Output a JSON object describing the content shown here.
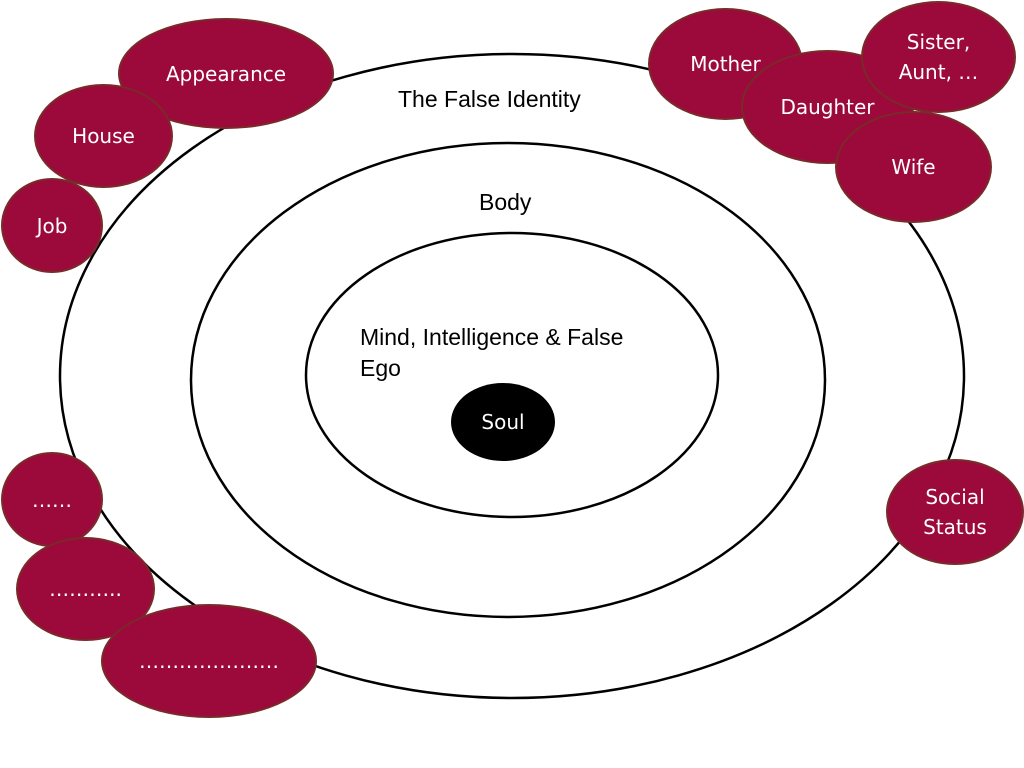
{
  "rings": {
    "outer_label": "The False Identity",
    "middle_label": "Body",
    "inner_label": "Mind, Intelligence & False Ego",
    "core_label": "Soul"
  },
  "bubbles": {
    "appearance": "Appearance",
    "house": "House",
    "job": "Job",
    "mother": "Mother",
    "sister_aunt": "Sister,\nAunt, …",
    "daughter": "Daughter",
    "wife": "Wife",
    "social_status": "Social\nStatus",
    "dots_1": "……",
    "dots_2": "………..",
    "dots_3": "…………………"
  },
  "colors": {
    "bubble_fill": "#9b0a3a",
    "bubble_border": "#7a2a2a",
    "ring_stroke": "#000000",
    "core_fill": "#000000"
  }
}
